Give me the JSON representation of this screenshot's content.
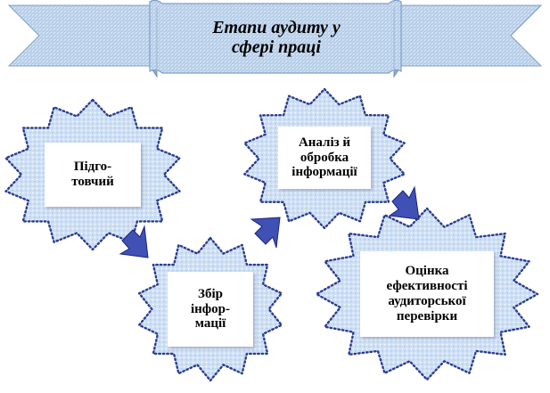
{
  "banner": {
    "title_line1": "Етапи аудиту у",
    "title_line2": "сфері праці"
  },
  "stages": [
    {
      "lines": [
        "Підго-",
        "товчий"
      ]
    },
    {
      "lines": [
        "Збір",
        "інфор-",
        "мації"
      ]
    },
    {
      "lines": [
        "Аналіз й",
        "обробка",
        "інформації"
      ]
    },
    {
      "lines": [
        "Оцінка",
        "ефективності",
        "аудиторської",
        "перевірки"
      ]
    }
  ],
  "colors": {
    "banner_fill": "#c8dcef",
    "banner_stroke": "#7f9fc7",
    "star_fill": "#cfe0f5",
    "star_dot": "#2a3d8f",
    "arrow_fill": "#3f51b5",
    "arrow_stroke": "#1b237a"
  }
}
